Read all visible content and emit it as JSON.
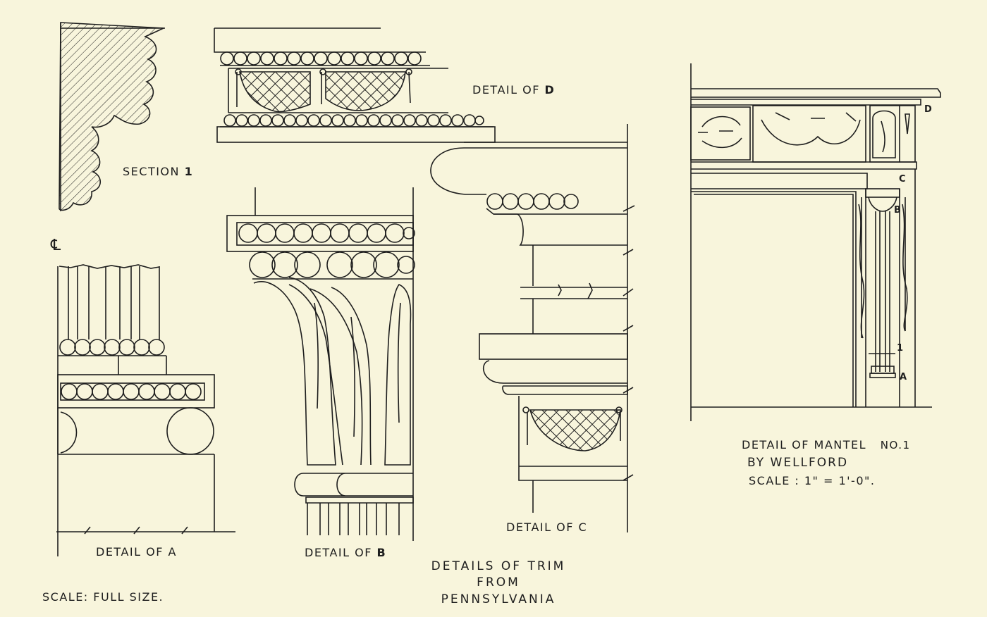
{
  "labels": {
    "section": "SECTION",
    "section_num": "1",
    "detail_of": "DETAIL OF",
    "a": "A",
    "b": "B",
    "c": "C",
    "d": "D",
    "centerline": "℄",
    "scale_full": "SCALE: FULL SIZE.",
    "title_line1": "DETAILS OF TRIM",
    "title_line2": "FROM",
    "title_line3": "PENNSYLVANIA",
    "mantel_line1": "DETAIL OF MANTEL",
    "mantel_no": "NO.1",
    "mantel_line2": "BY WELLFORD",
    "mantel_scale": "SCALE : 1\" = 1'-0\".",
    "mantel_ref_1": "1"
  },
  "colors": {
    "paper": "#f8f5dc",
    "ink": "#1e1e1e"
  }
}
